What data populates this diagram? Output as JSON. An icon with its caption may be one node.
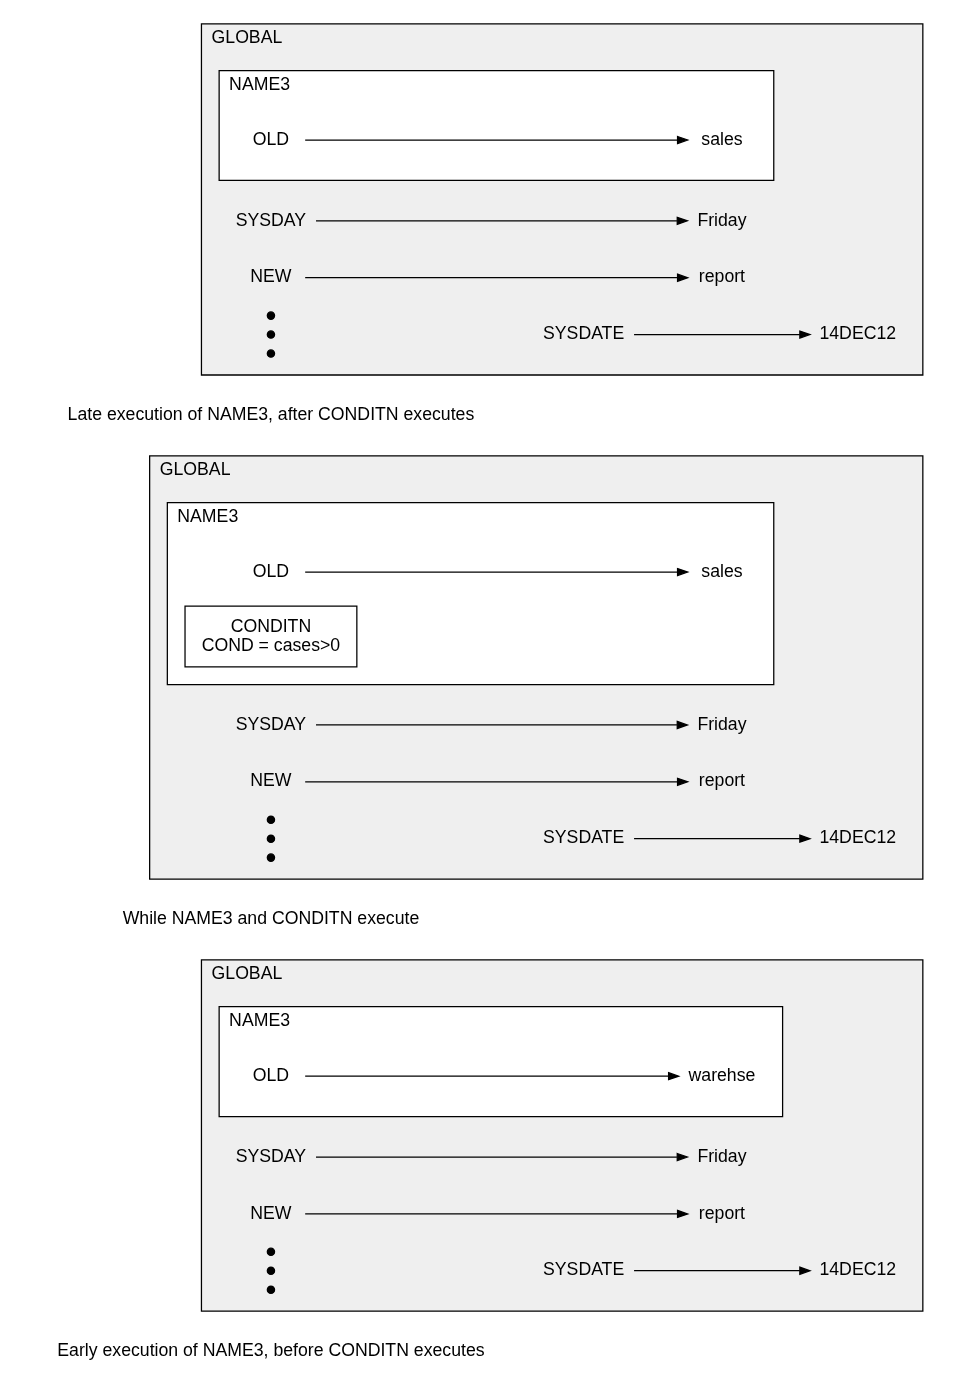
{
  "diagram": {
    "nodes": [
      {
        "text": [
          "GLOBAL"
        ],
        "beside": [
          "Early execution of NAME3, before CONDITN executes"
        ]
      },
      {
        "text": [
          "SYSDATE"
        ],
        "in": 0
      },
      {
        "text": [
          "14DEC12"
        ],
        "in": 0
      },
      {
        "text": [
          "SYSDAY"
        ],
        "in": 0
      },
      {
        "text": [
          "Friday"
        ],
        "in": 0
      },
      {
        "text": [
          "NEW"
        ],
        "in": 0
      },
      {
        "text": [
          "report"
        ],
        "in": 0
      },
      {
        "text": [
          "NAME3"
        ],
        "in": 0
      },
      {
        "text": [
          "OLD"
        ],
        "in": 7
      },
      {
        "text": [
          "warehse"
        ],
        "in": 7
      },
      {
        "text": [
          "GLOBAL"
        ],
        "beside": [
          "While NAME3 and CONDITN execute"
        ]
      },
      {
        "text": [
          "SYSDATE"
        ],
        "in": 10
      },
      {
        "text": [
          "14DEC12"
        ],
        "in": 10
      },
      {
        "text": [
          "SYSDAY"
        ],
        "in": 10
      },
      {
        "text": [
          "Friday"
        ],
        "in": 10
      },
      {
        "text": [
          "NEW"
        ],
        "in": 10
      },
      {
        "text": [
          "report"
        ],
        "in": 10
      },
      {
        "text": [
          "NAME3"
        ],
        "in": 10
      },
      {
        "text": [
          "OLD"
        ],
        "in": 17
      },
      {
        "text": [
          "sales"
        ],
        "in": 17
      },
      {
        "text": [
          "CONDITN",
          "COND = cases>0"
        ],
        "in": 17
      },
      {
        "text": [
          "GLOBAL"
        ],
        "beside": [
          "Late execution of NAME3, after CONDITN executes"
        ]
      },
      {
        "text": [
          "SYSDATE"
        ],
        "in": 21
      },
      {
        "text": [
          "14DEC12"
        ],
        "in": 21
      },
      {
        "text": [
          "SYSDAY"
        ],
        "in": 21
      },
      {
        "text": [
          "Friday"
        ],
        "in": 21
      },
      {
        "text": [
          "NEW"
        ],
        "in": 21
      },
      {
        "text": [
          "report"
        ],
        "in": 21
      },
      {
        "text": [
          "NAME3"
        ],
        "in": 21
      },
      {
        "text": [
          "OLD"
        ],
        "in": 28
      },
      {
        "text": [
          "sales"
        ],
        "in": 28
      }
    ],
    "edges": [
      {
        "from": 1,
        "to": 2,
        "arrow": "to"
      },
      {
        "from": 3,
        "to": 4,
        "arrow": "to"
      },
      {
        "from": 5,
        "to": 6,
        "arrow": "to"
      },
      {
        "from": 8,
        "to": 9,
        "arrow": "to"
      },
      {
        "from": 11,
        "to": 12,
        "arrow": "to"
      },
      {
        "from": 13,
        "to": 14,
        "arrow": "to"
      },
      {
        "from": 15,
        "to": 16,
        "arrow": "to"
      },
      {
        "from": 18,
        "to": 19,
        "arrow": "to"
      },
      {
        "from": 22,
        "to": 23,
        "arrow": "to"
      },
      {
        "from": 24,
        "to": 25,
        "arrow": "to"
      },
      {
        "from": 26,
        "to": 27,
        "arrow": "to"
      },
      {
        "from": 29,
        "to": 30,
        "arrow": "to"
      }
    ]
  }
}
